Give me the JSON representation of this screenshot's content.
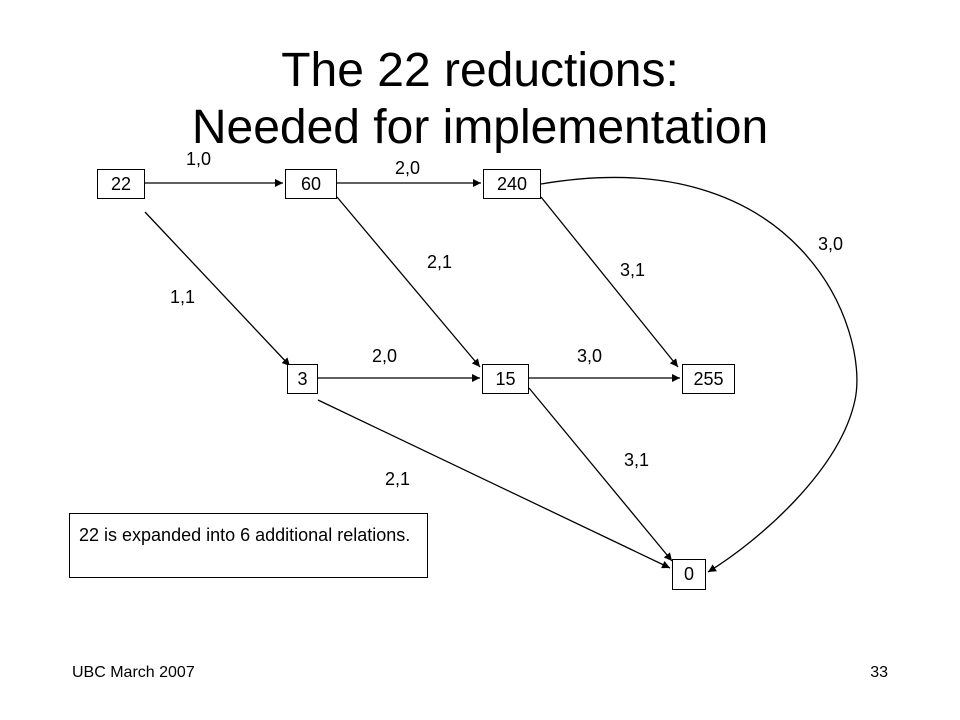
{
  "title": {
    "line1": "The 22 reductions:",
    "line2": "Needed for implementation"
  },
  "nodes": {
    "n22": "22",
    "n60": "60",
    "n240": "240",
    "n3": "3",
    "n15": "15",
    "n255": "255",
    "n0": "0"
  },
  "edges": {
    "e22_60": "1,0",
    "e60_240": "2,0",
    "e22_3": "1,1",
    "e60_15": "2,1",
    "e240_255": "3,1",
    "e240_0": "3,0",
    "e3_15": "2,0",
    "e15_255": "3,0",
    "e15_0": "3,1",
    "e3_0": "2,1"
  },
  "note": "22 is expanded into 6 additional relations.",
  "footer": {
    "left": "UBC March 2007",
    "right": "33"
  }
}
